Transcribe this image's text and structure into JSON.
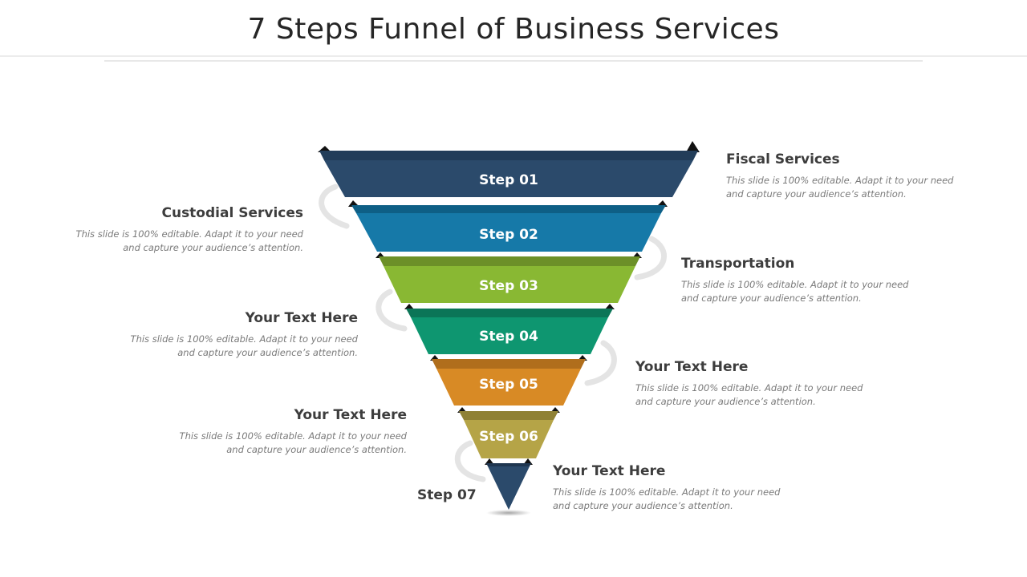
{
  "title": "7 Steps Funnel of Business Services",
  "colors": {
    "step1": "#2b4a6b",
    "step2": "#1679a8",
    "step3": "#89b833",
    "step4": "#0e9670",
    "step5": "#d88a25",
    "step6": "#b5a447",
    "step7": "#2b4a6b"
  },
  "steps": [
    {
      "label": "Step 01"
    },
    {
      "label": "Step 02"
    },
    {
      "label": "Step 03"
    },
    {
      "label": "Step 04"
    },
    {
      "label": "Step 05"
    },
    {
      "label": "Step 06"
    },
    {
      "label": "Step 07"
    }
  ],
  "callouts": [
    {
      "title": "Fiscal Services",
      "text_line1": "This slide is 100% editable. Adapt it to your need",
      "text_line2": "and capture your audience’s attention."
    },
    {
      "title": "Custodial  Services",
      "text_line1": "This slide is 100% editable. Adapt it to your need",
      "text_line2": "and capture your audience’s attention."
    },
    {
      "title": "Transportation",
      "text_line1": "This slide is 100% editable. Adapt it to your need",
      "text_line2": "and capture your audience’s attention."
    },
    {
      "title": "Your Text Here",
      "text_line1": "This slide is 100% editable. Adapt it to your need",
      "text_line2": "and capture your audience’s attention."
    },
    {
      "title": "Your Text Here",
      "text_line1": "This slide is 100% editable. Adapt it to your need",
      "text_line2": "and capture your audience’s attention."
    },
    {
      "title": "Your Text Here",
      "text_line1": "This slide is 100% editable. Adapt it to your need",
      "text_line2": "and capture your audience’s attention."
    },
    {
      "title": "Your Text Here",
      "text_line1": "This slide is 100% editable. Adapt it to your need",
      "text_line2": "and capture your audience’s attention."
    }
  ]
}
